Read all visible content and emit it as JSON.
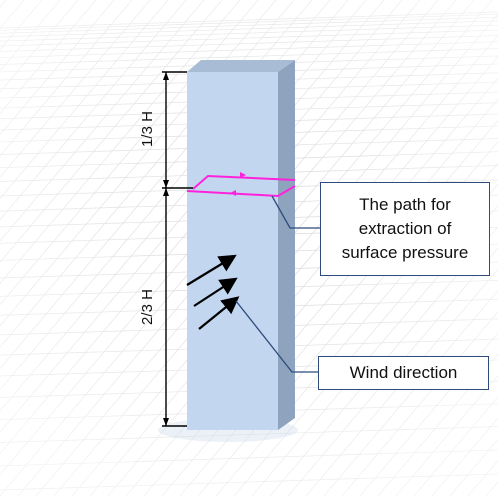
{
  "diagram": {
    "dimensions": {
      "upper_label": "1/3 H",
      "lower_label": "2/3 H"
    },
    "callouts": {
      "path_lines": [
        "The path for",
        "extraction of",
        "surface pressure"
      ],
      "wind_label": "Wind direction"
    },
    "colors": {
      "building_front": "#C2D6EF",
      "building_side": "#8EA3BE",
      "building_top": "#A9BCD6",
      "path_line": "#FF22DD",
      "callout_border": "#2F4B7C",
      "grid": "#D6D6D6",
      "arrow": "#000000"
    }
  }
}
